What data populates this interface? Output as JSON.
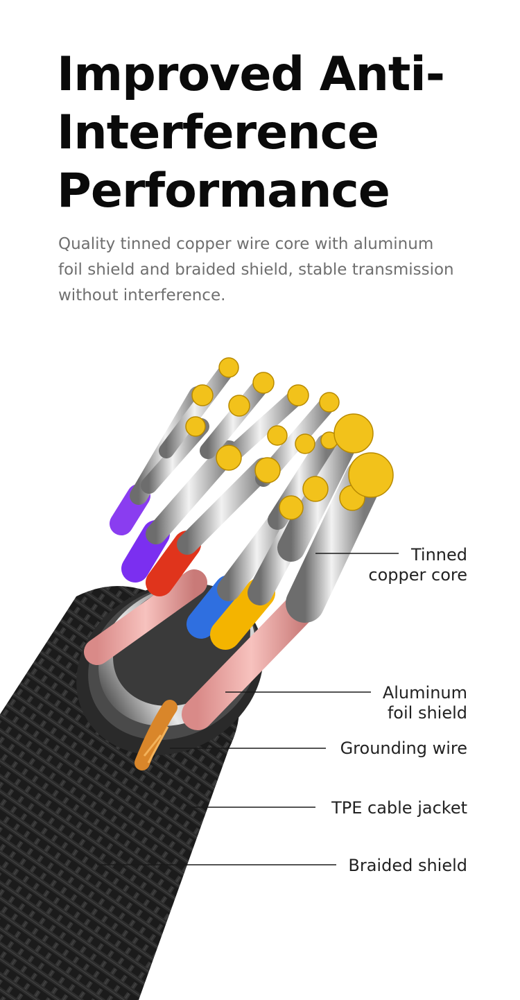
{
  "header": {
    "title_lines": [
      "Improved Anti-",
      "Interference",
      "Performance"
    ],
    "subtitle_lines": [
      "Quality tinned copper wire core with aluminum",
      "foil shield and braided shield, stable transmission",
      "without interference."
    ]
  },
  "callouts": [
    {
      "lines": [
        "Tinned",
        "copper core"
      ]
    },
    {
      "lines": [
        "Aluminum",
        "foil shield"
      ]
    },
    {
      "lines": [
        "Grounding wire"
      ]
    },
    {
      "lines": [
        "TPE cable jacket"
      ]
    },
    {
      "lines": [
        "Braided shield"
      ]
    }
  ],
  "colors": {
    "title": "#0a0a0a",
    "subtitle": "#6f6f6f",
    "braid": "#1e1e1e",
    "silver_wire": "#c9c9c9",
    "tinned_tips": "#f2c21b",
    "insulation": [
      "#8a3df0",
      "#7b2ff0",
      "#e0341c",
      "#f0a9a4",
      "#2f6fe0",
      "#f4b400"
    ],
    "grounding_wire": "#d9862a"
  }
}
